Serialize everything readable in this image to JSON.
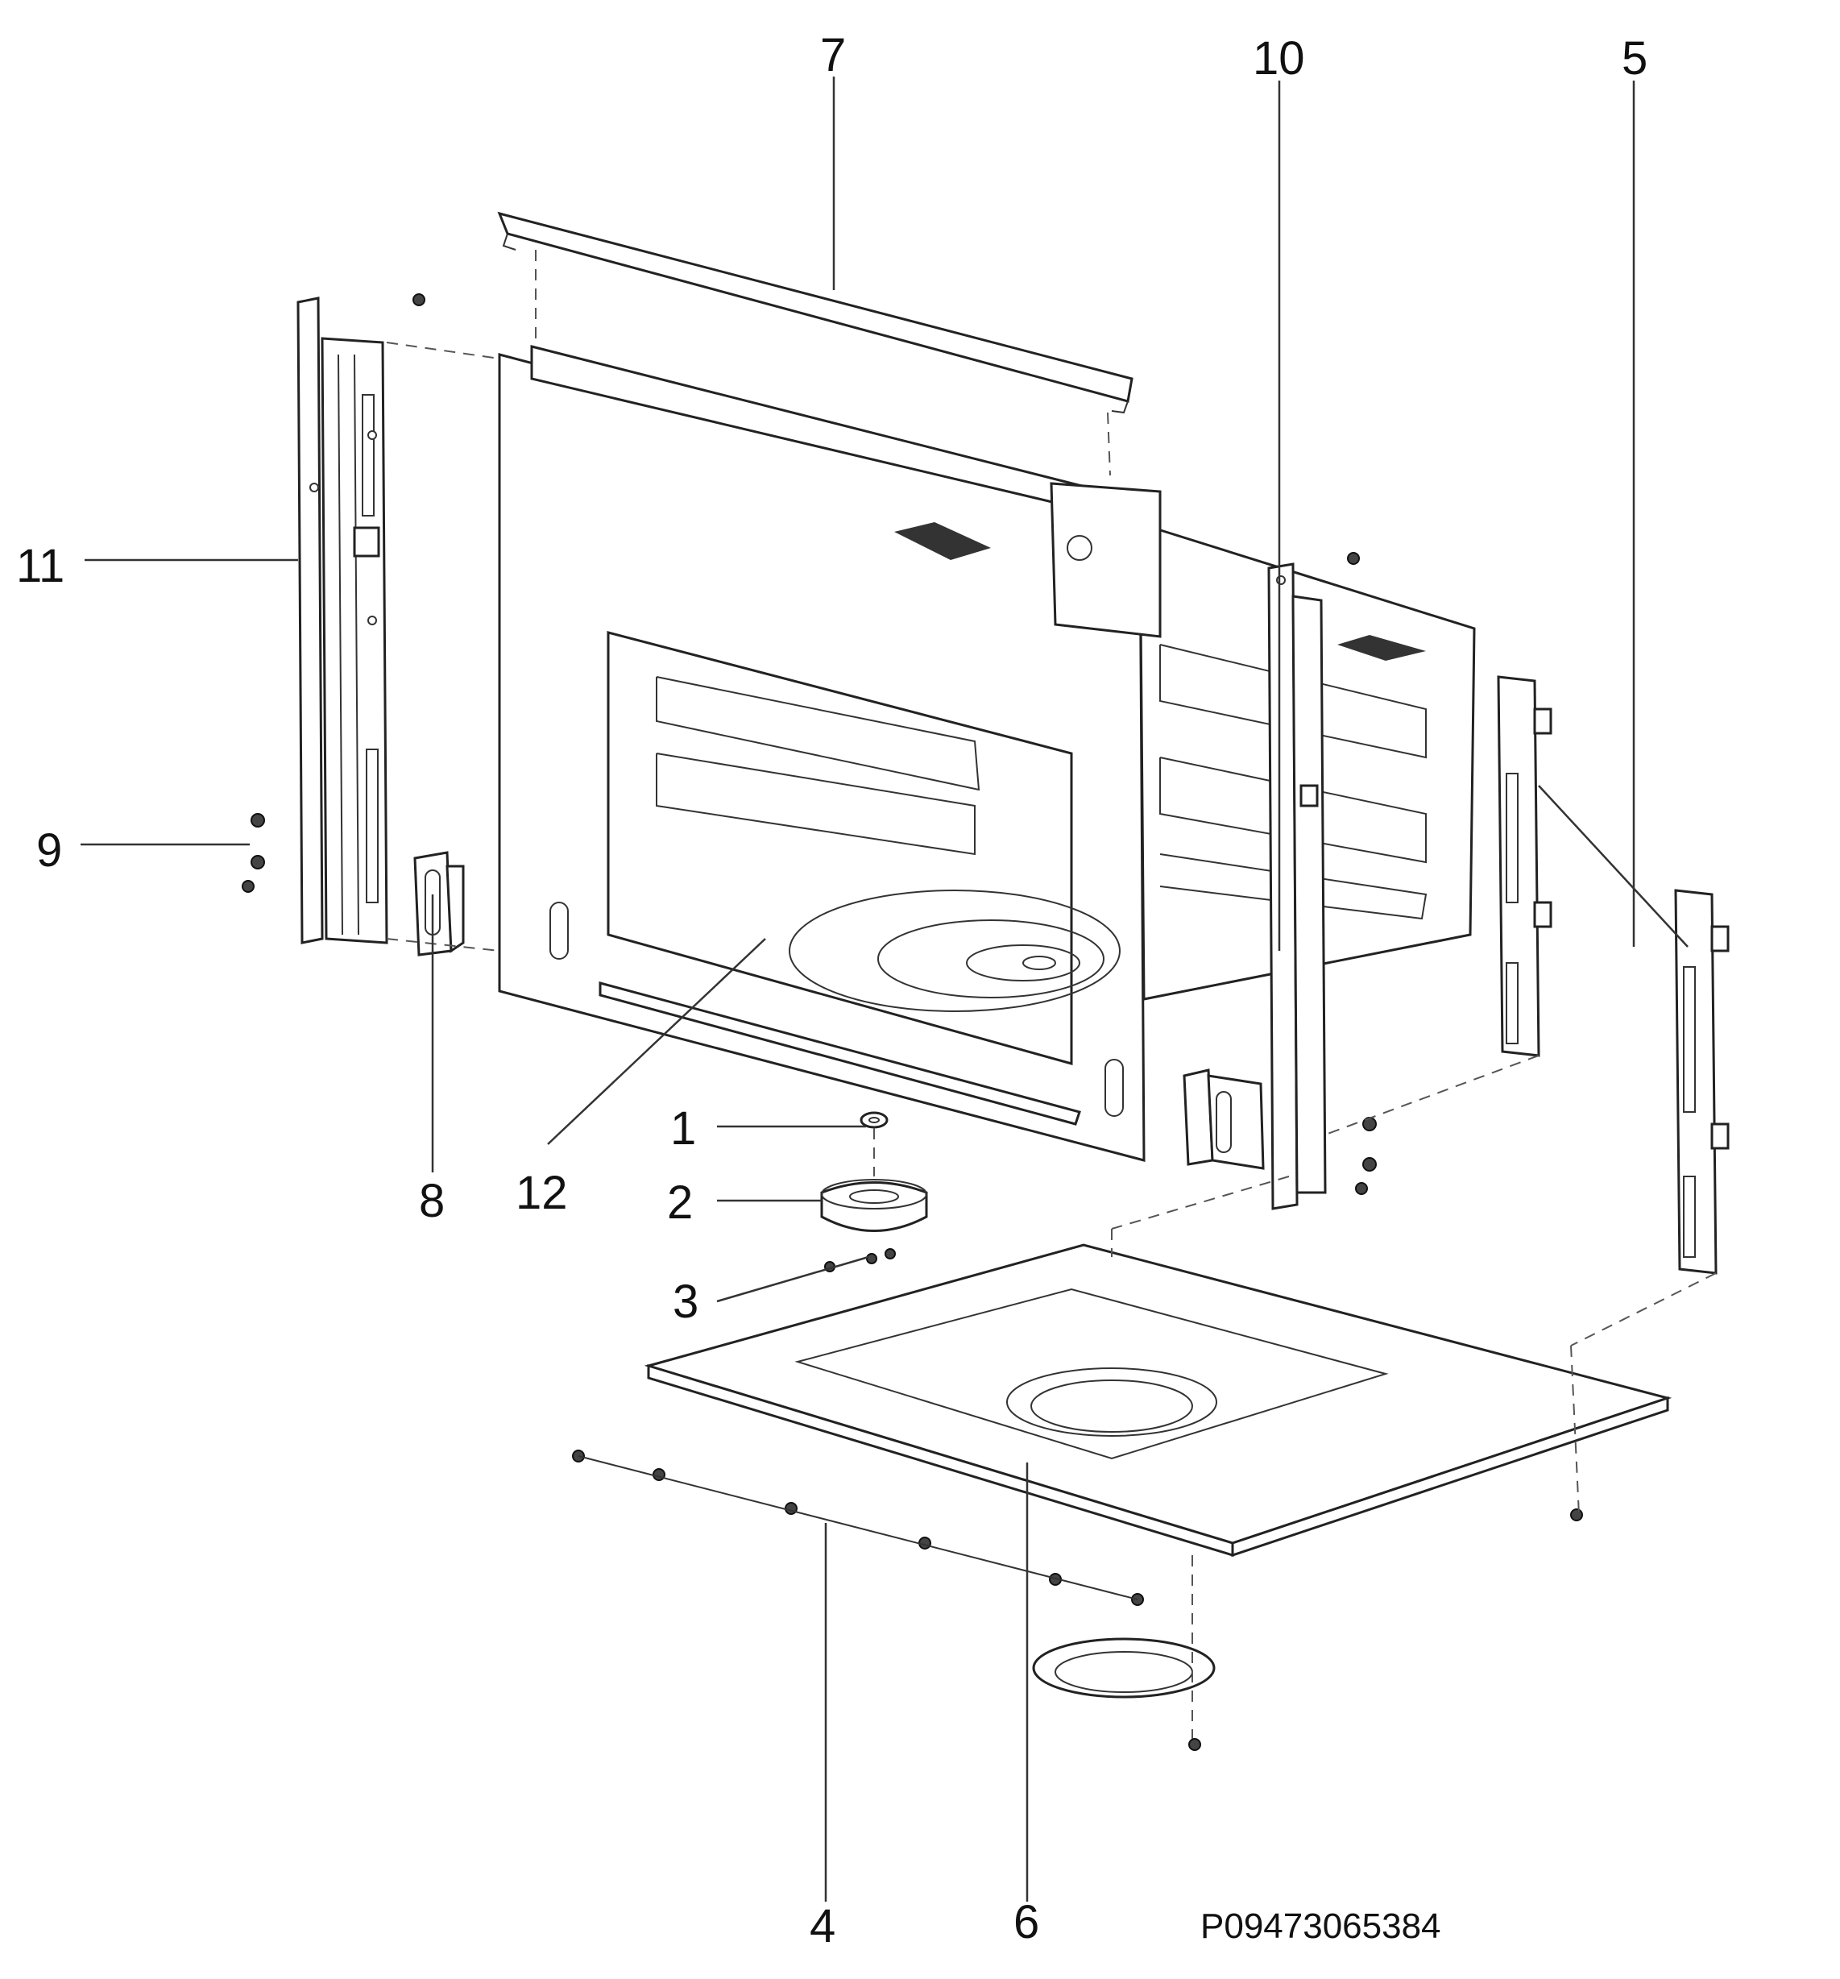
{
  "figure_id": "P09473065384",
  "callouts": {
    "c1": "1",
    "c2": "2",
    "c3": "3",
    "c4": "4",
    "c5": "5",
    "c6": "6",
    "c7": "7",
    "c8": "8",
    "c9": "9",
    "c10": "10",
    "c11": "11",
    "c12": "12"
  }
}
